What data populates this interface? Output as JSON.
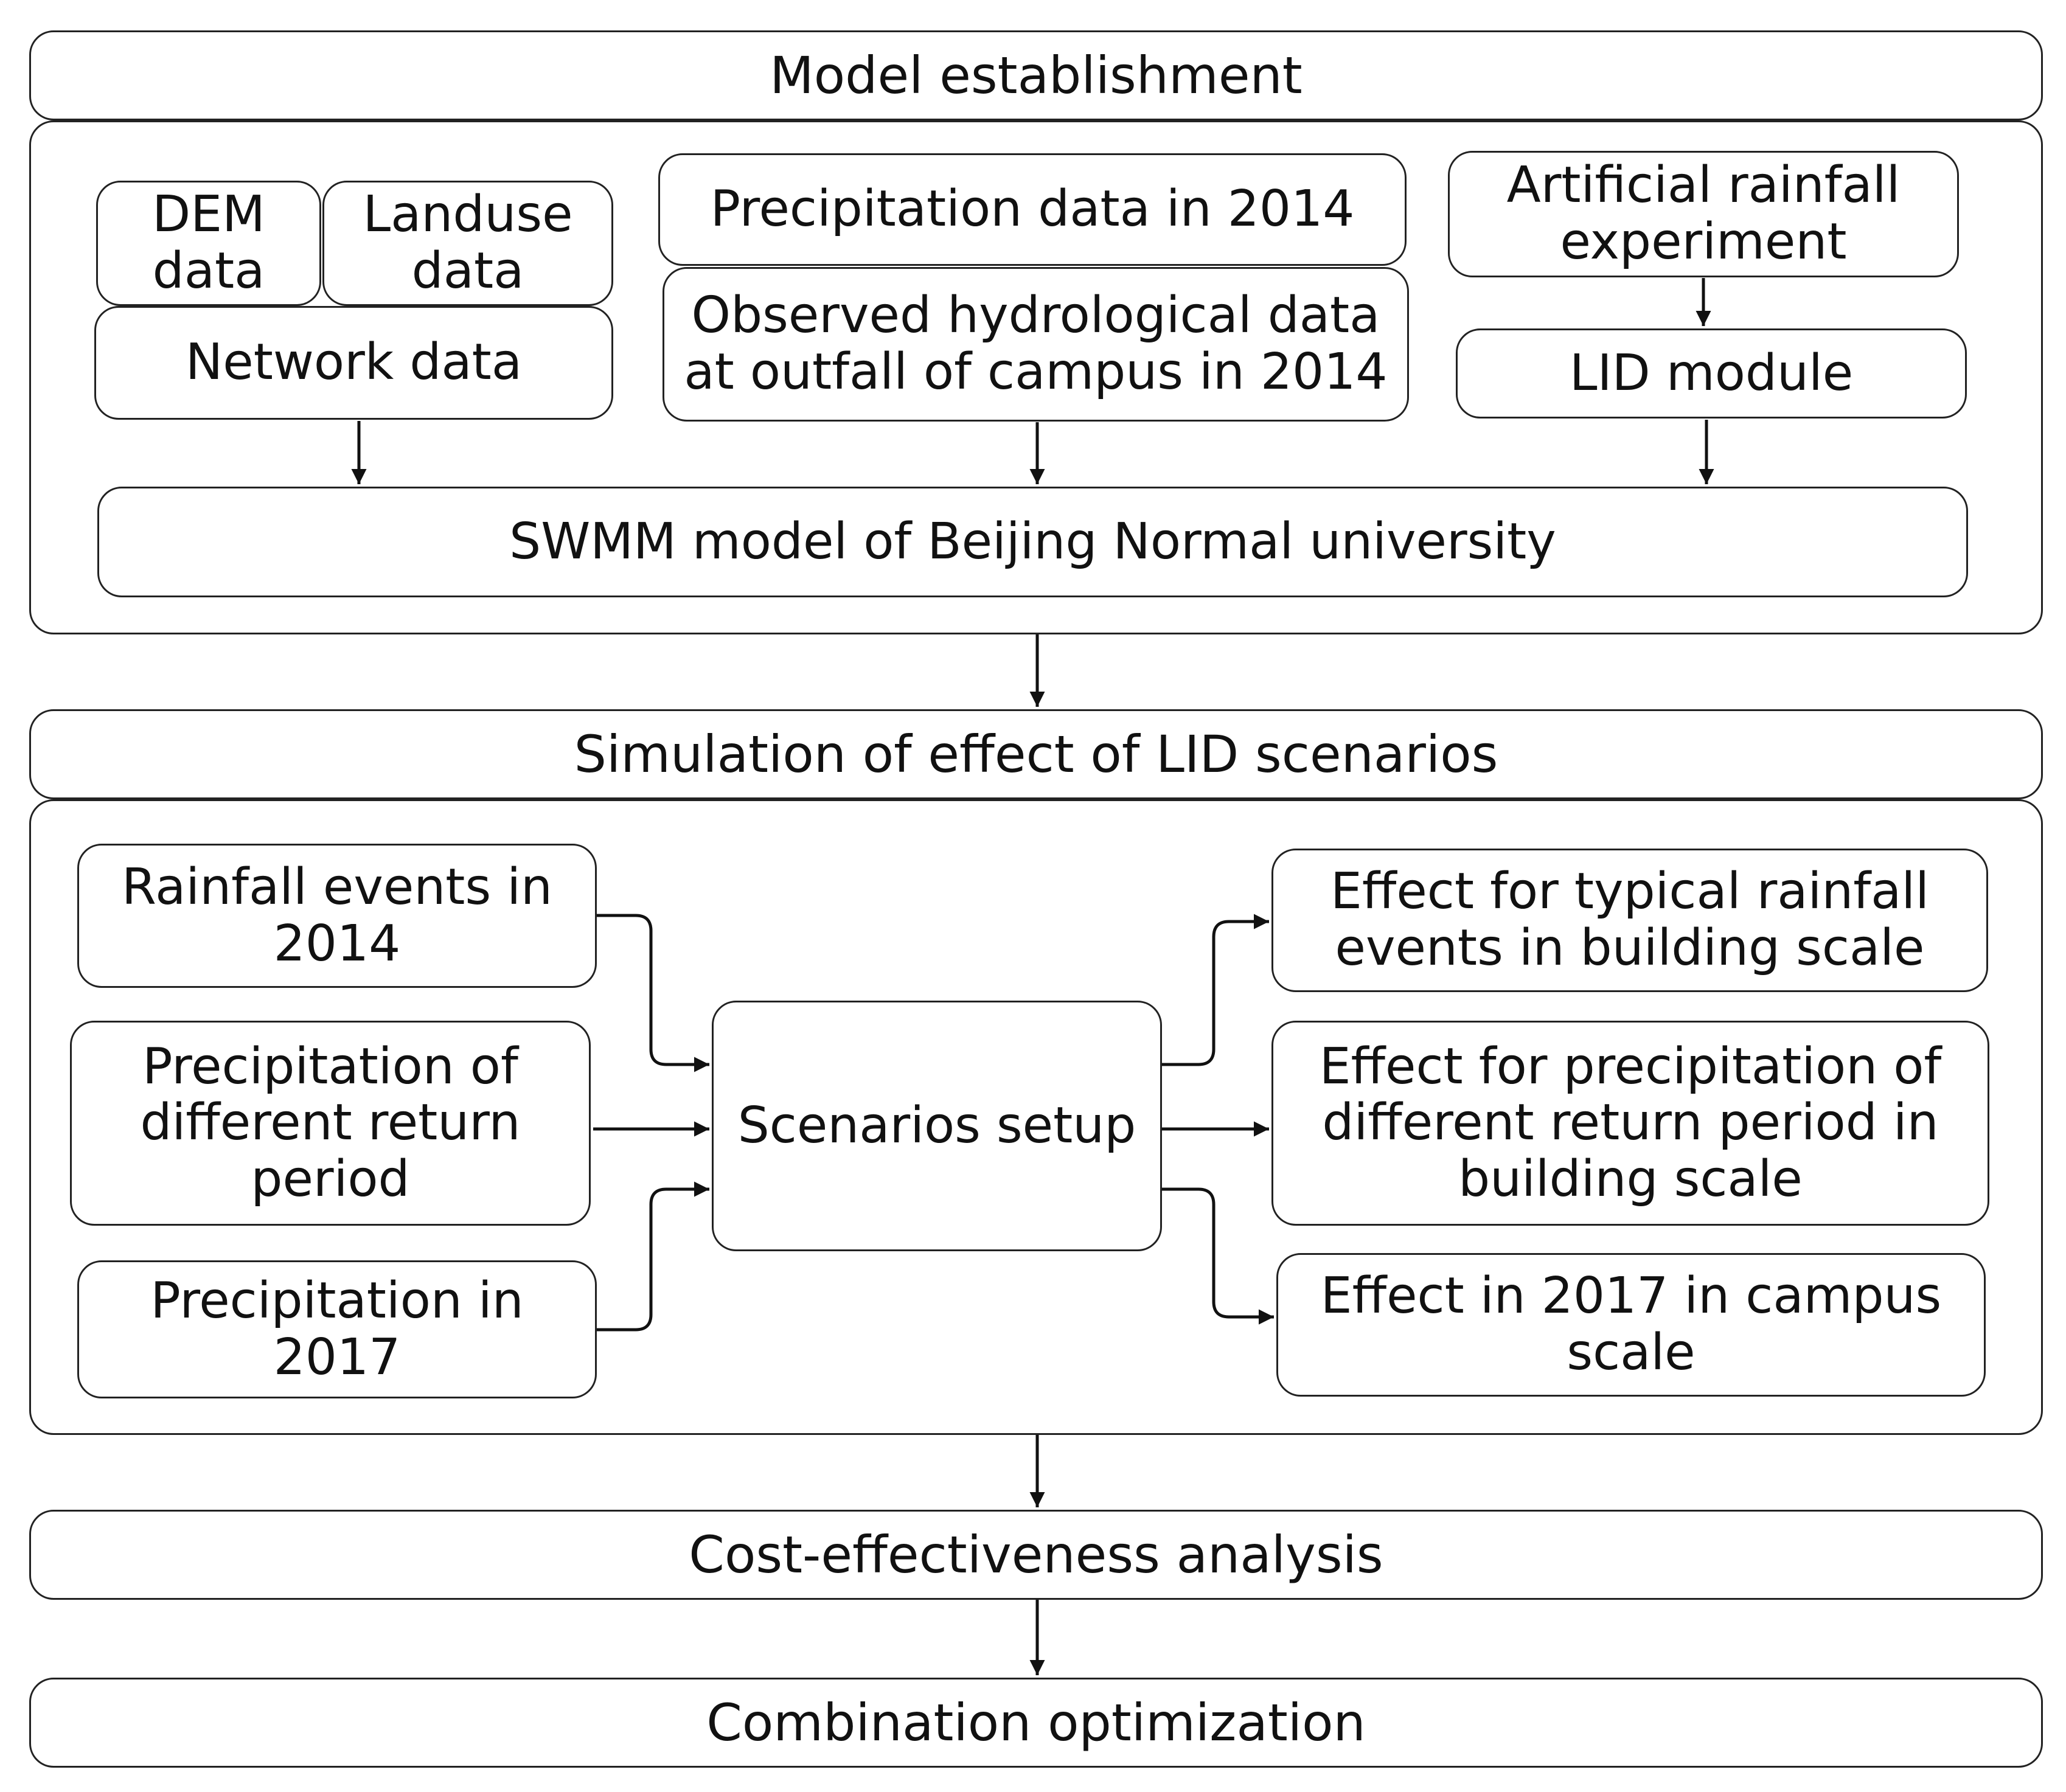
{
  "stages": {
    "model_establishment": "Model establishment",
    "simulation": "Simulation of effect of LID scenarios",
    "cost_effectiveness": "Cost-effectiveness analysis",
    "combination": "Combination optimization"
  },
  "inputs": {
    "dem": "DEM\ndata",
    "landuse": "Landuse\ndata",
    "network": "Network data",
    "precip_2014": "Precipitation data in 2014",
    "observed": "Observed hydrological data\nat outfall of campus in 2014",
    "artificial": "Artificial rainfall\nexperiment",
    "lid_module": "LID module",
    "swmm": "SWMM model of Beijing Normal university"
  },
  "scenarios": {
    "rain_2014": "Rainfall events  in\n2014",
    "precip_return": "Precipitation of\ndifferent return\nperiod",
    "precip_2017": "Precipitation in\n2017",
    "setup": "Scenarios setup",
    "effect_typical": "Effect for typical rainfall\nevents in building scale",
    "effect_return": "Effect for precipitation of\ndifferent return period in\nbuilding scale",
    "effect_2017": "Effect in 2017 in campus\nscale"
  },
  "colors": {
    "stroke": "#222222",
    "background": "#ffffff"
  }
}
